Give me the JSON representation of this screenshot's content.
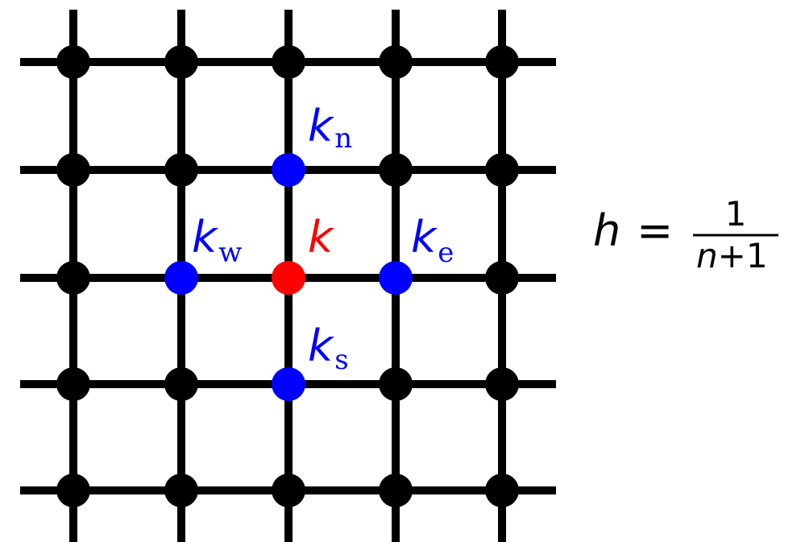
{
  "grid": {
    "rows": 5,
    "cols": 5,
    "line_color": "#000000",
    "node_color": "#000000",
    "center_color": "#ff0000",
    "neighbor_color": "#0000ff"
  },
  "nodes_highlight": [
    {
      "row": 1,
      "col": 2,
      "role": "north"
    },
    {
      "row": 2,
      "col": 1,
      "role": "west"
    },
    {
      "row": 2,
      "col": 2,
      "role": "center"
    },
    {
      "row": 2,
      "col": 3,
      "role": "east"
    },
    {
      "row": 3,
      "col": 2,
      "role": "south"
    }
  ],
  "labels": {
    "north": {
      "main": "k",
      "sub": "n",
      "color": "#0000ff"
    },
    "west": {
      "main": "k",
      "sub": "w",
      "color": "#0000ff"
    },
    "center": {
      "main": "k",
      "sub": "",
      "color": "#ff0000"
    },
    "east": {
      "main": "k",
      "sub": "e",
      "color": "#0000ff"
    },
    "south": {
      "main": "k",
      "sub": "s",
      "color": "#0000ff"
    }
  },
  "formula": {
    "lhs": "h",
    "equals": "=",
    "numerator": "1",
    "den_var": "n",
    "den_plus": "+1"
  }
}
